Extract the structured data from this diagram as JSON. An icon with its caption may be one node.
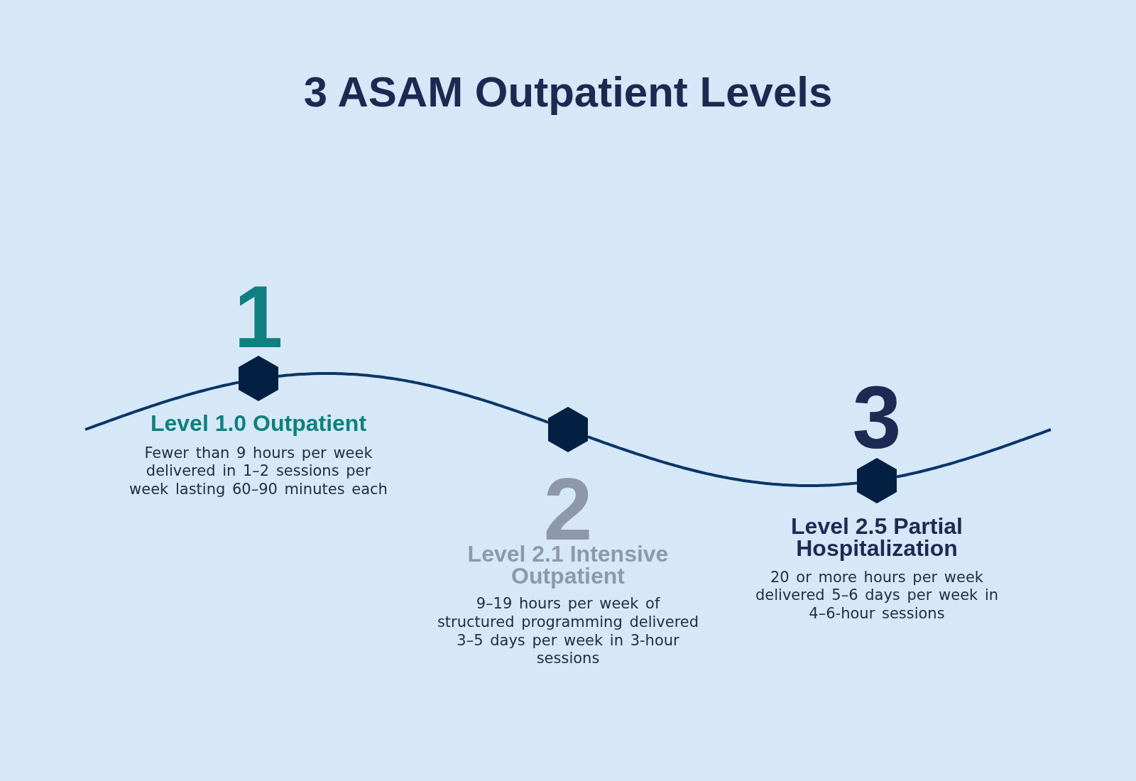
{
  "diagram": {
    "title": "3 ASAM Outpatient Levels",
    "nodes": [
      {
        "text": [],
        "shape": "hexagon",
        "beside": [
          "1",
          "Level 1.0 Outpatient",
          "Fewer than 9 hours per week delivered in 1–2 sessions per week lasting 60–90 minutes each"
        ]
      },
      {
        "text": [],
        "shape": "hexagon",
        "beside": [
          "2",
          "Level 2.1 Intensive Outpatient",
          "9–19 hours per week of structured programming delivered 3–5 days per week in 3-hour sessions"
        ]
      },
      {
        "text": [],
        "shape": "hexagon",
        "beside": [
          "3",
          "Level 2.5 Partial Hospitalization",
          "20 or more hours per week delivered 5–6 days per week in 4–6-hour sessions"
        ]
      }
    ],
    "edges": [
      {
        "from": null,
        "to": 0,
        "arrow": "none"
      },
      {
        "from": 0,
        "to": 1,
        "arrow": "none"
      },
      {
        "from": 1,
        "to": 2,
        "arrow": "none"
      },
      {
        "from": 2,
        "to": null,
        "arrow": "none"
      }
    ]
  }
}
